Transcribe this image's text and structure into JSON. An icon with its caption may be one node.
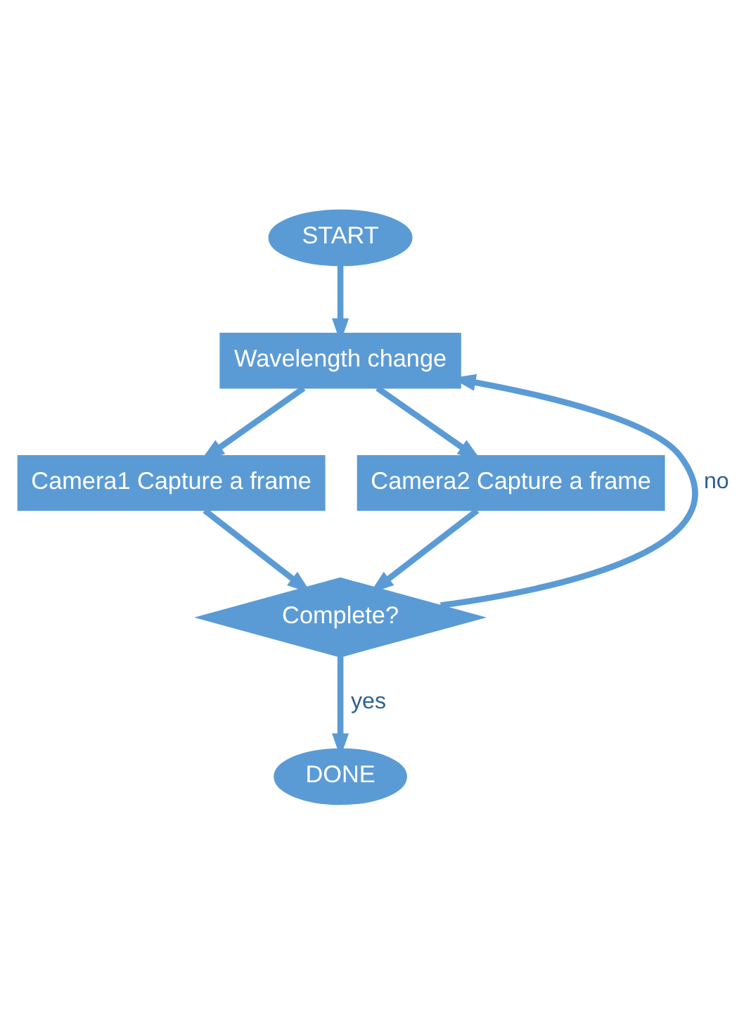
{
  "diagram": {
    "nodes": [
      {
        "text": [
          "START"
        ]
      },
      {
        "text": [
          "Wavelength change"
        ]
      },
      {
        "text": [
          "Camera1 Capture a frame"
        ]
      },
      {
        "text": [
          "Camera2 Capture a frame"
        ]
      },
      {
        "text": [
          "Complete?"
        ]
      },
      {
        "text": [
          "DONE"
        ]
      }
    ],
    "edges": [
      {
        "from": 0,
        "to": 1,
        "arrow": "to"
      },
      {
        "from": 1,
        "to": 2,
        "arrow": "to"
      },
      {
        "from": 1,
        "to": 3,
        "arrow": "to"
      },
      {
        "from": 2,
        "to": 4,
        "arrow": "to"
      },
      {
        "from": 3,
        "to": 4,
        "arrow": "to"
      },
      {
        "from": 4,
        "to": 1,
        "arrow": "to",
        "label": "no"
      },
      {
        "from": 4,
        "to": 5,
        "arrow": "to",
        "label": "yes"
      }
    ]
  }
}
